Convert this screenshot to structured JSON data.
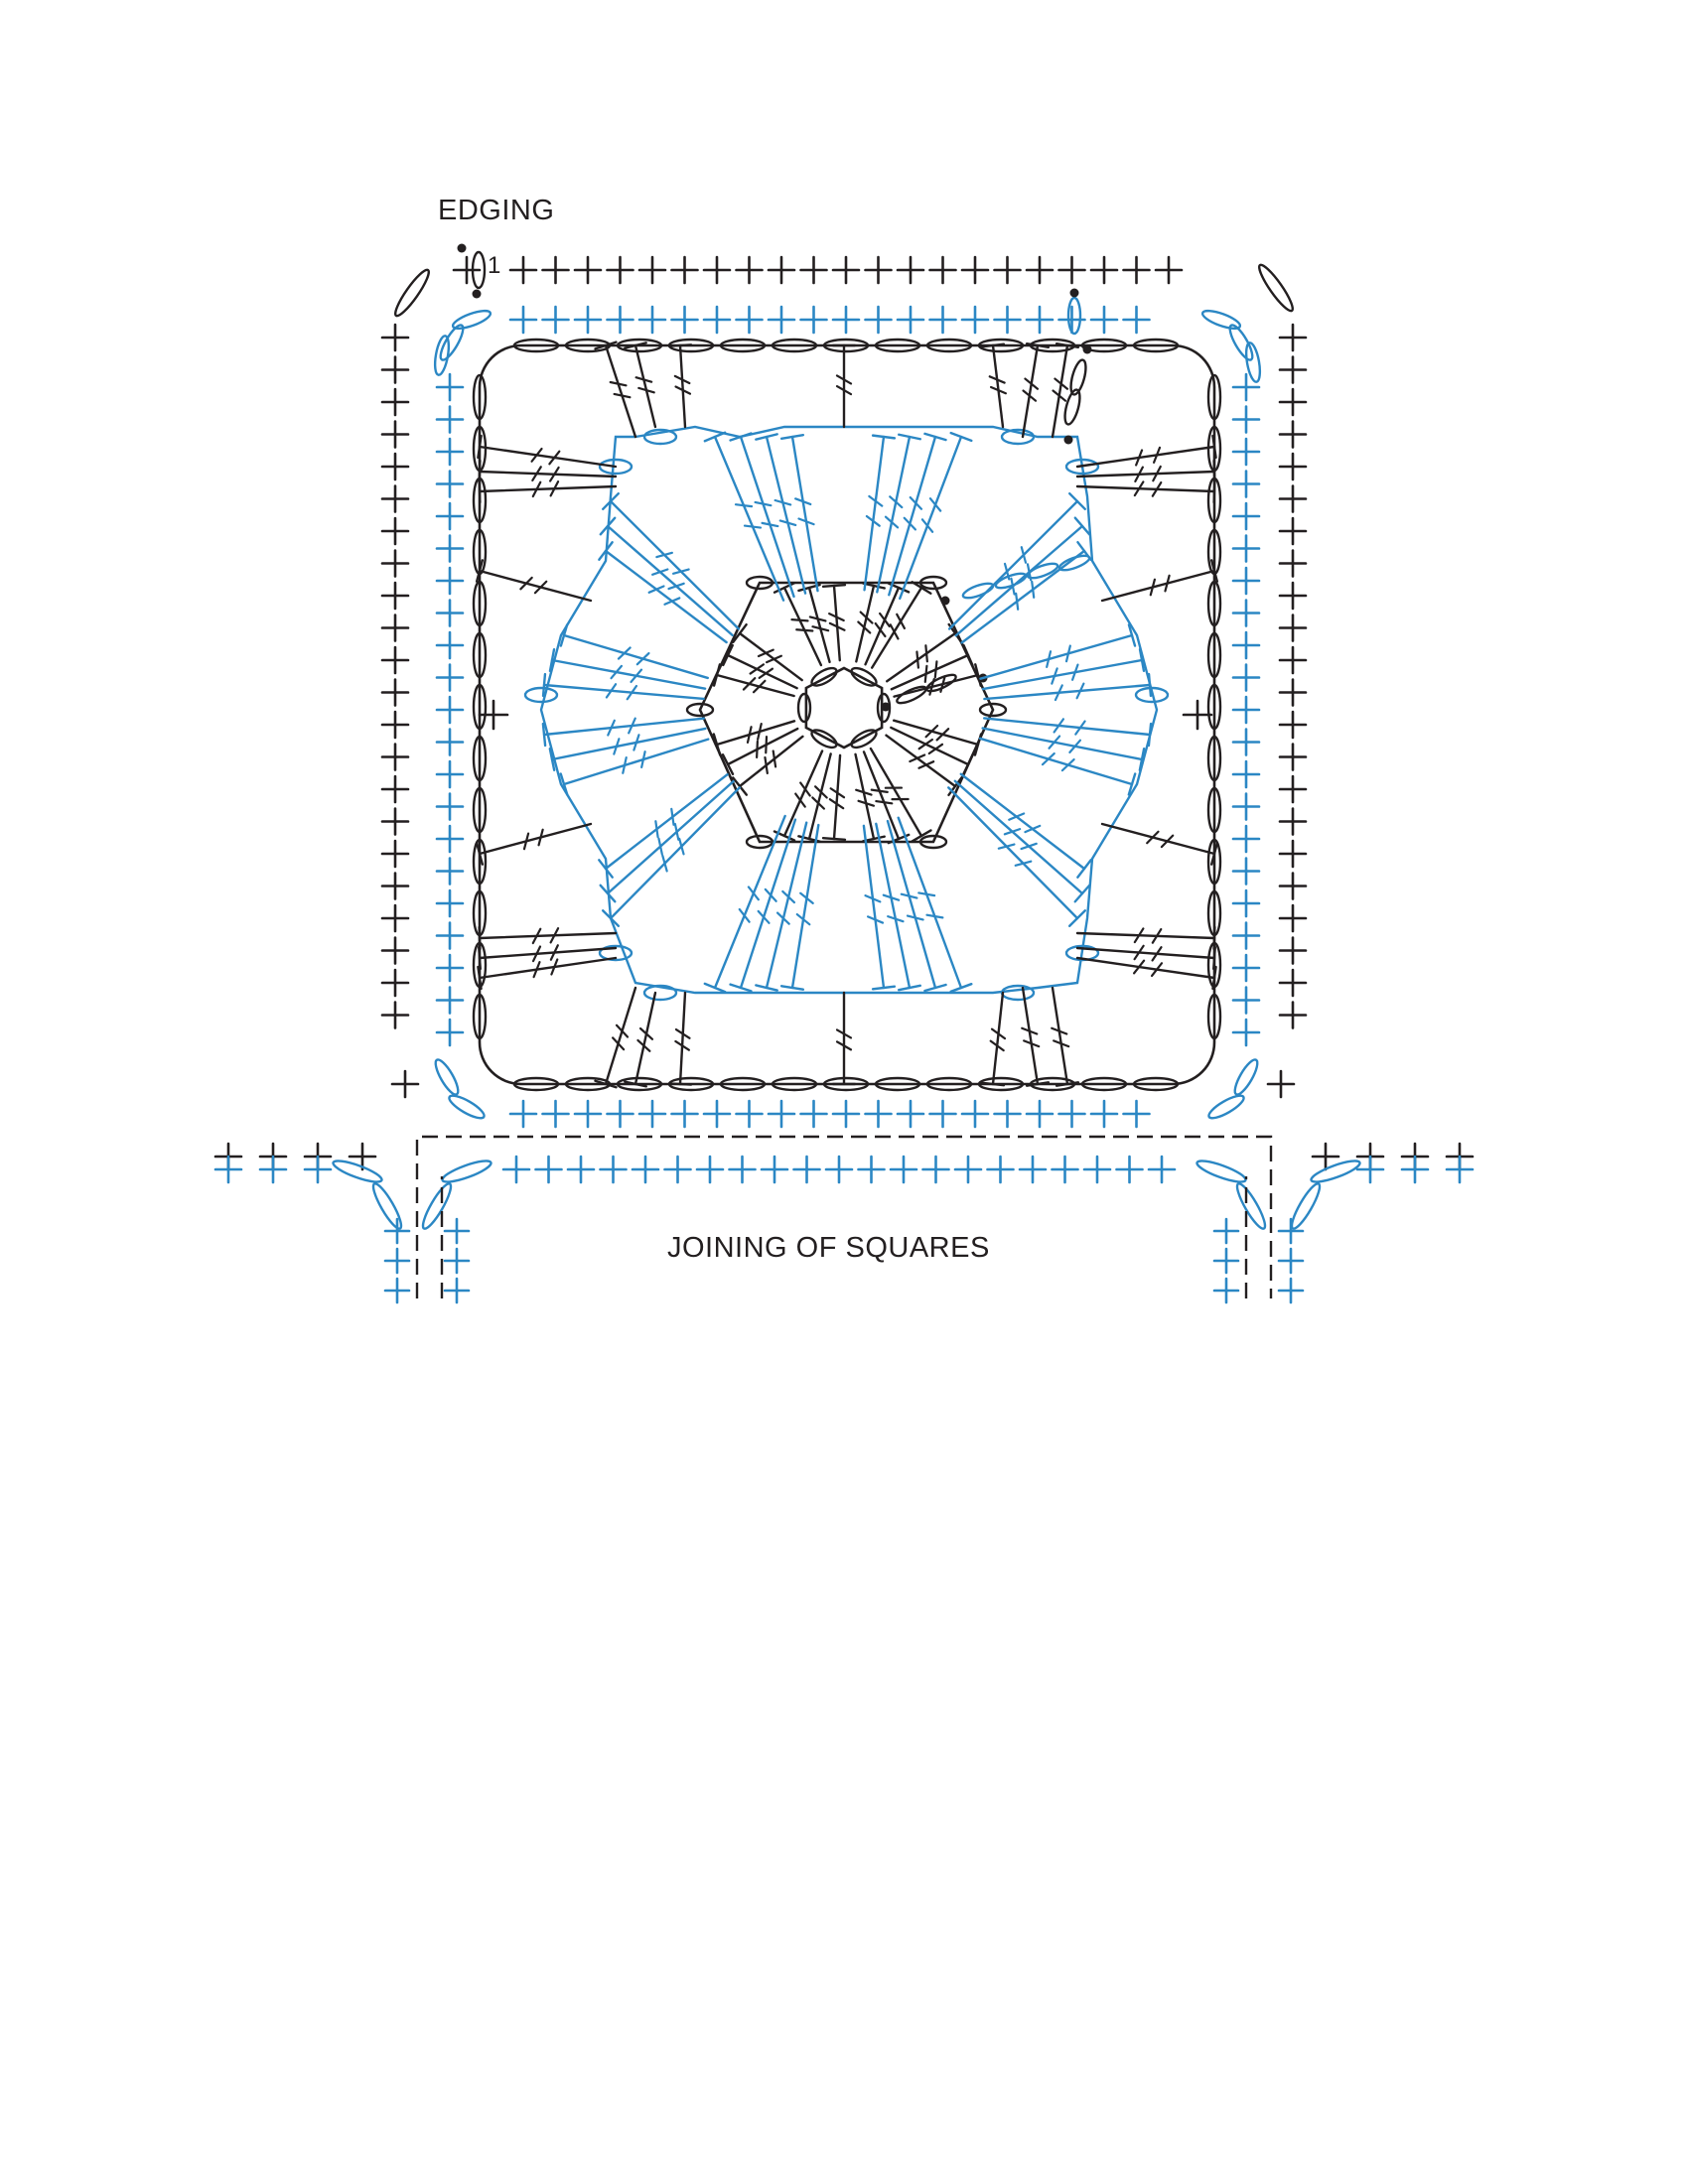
{
  "labels": {
    "edging": "EDGING",
    "joining": "JOINING OF SQUARES",
    "round_number": "1"
  },
  "colors": {
    "black": "#231f20",
    "blue": "#2b87c4"
  },
  "symbols": {
    "single_crochet": "cross",
    "treble": "double-slash-stem",
    "chain": "oval",
    "slip_stitch": "dot"
  }
}
